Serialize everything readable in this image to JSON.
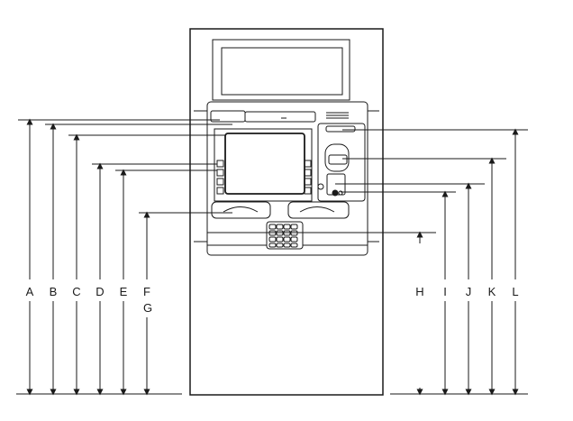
{
  "diagram": {
    "left_dimensions": [
      {
        "id": "A",
        "label": "A"
      },
      {
        "id": "B",
        "label": "B"
      },
      {
        "id": "C",
        "label": "C"
      },
      {
        "id": "D",
        "label": "D"
      },
      {
        "id": "E",
        "label": "E"
      },
      {
        "id": "F",
        "label": "F"
      }
    ],
    "left_extra_label": "G",
    "right_dimensions": [
      {
        "id": "H",
        "label": "H"
      },
      {
        "id": "I",
        "label": "I"
      },
      {
        "id": "J",
        "label": "J"
      },
      {
        "id": "K",
        "label": "K"
      },
      {
        "id": "L",
        "label": "L"
      }
    ],
    "colors": {
      "stroke": "#1a1a1a",
      "background": "#ffffff"
    }
  }
}
